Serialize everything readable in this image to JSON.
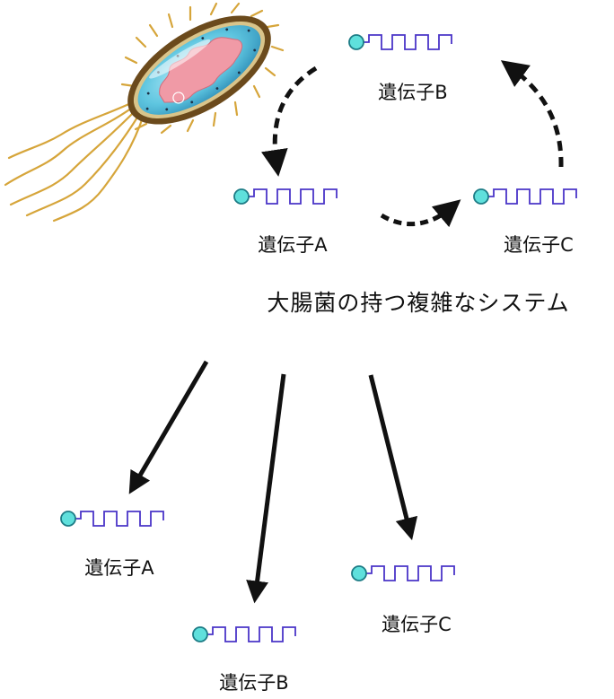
{
  "colors": {
    "gene_strand": "#4a35c8",
    "gene_head_fill": "#5fe0dc",
    "gene_head_stroke": "#1d7c86",
    "arrow": "#111111",
    "cell_wall": "#6b4a1c",
    "cell_body": "#4fb8d8",
    "nucleoid": "#f09aa6",
    "flagella": "#d6a53a"
  },
  "icons": {
    "bacterium": "e-coli-bacterium-illustration",
    "gene": "gene-strand-icon"
  },
  "cycle": {
    "gene_b_label": "遺伝子B",
    "gene_a_label": "遺伝子A",
    "gene_c_label": "遺伝子C"
  },
  "caption": "大腸菌の持つ複雑なシステム",
  "separated": {
    "gene_a_label": "遺伝子A",
    "gene_b_label": "遺伝子B",
    "gene_c_label": "遺伝子C"
  }
}
